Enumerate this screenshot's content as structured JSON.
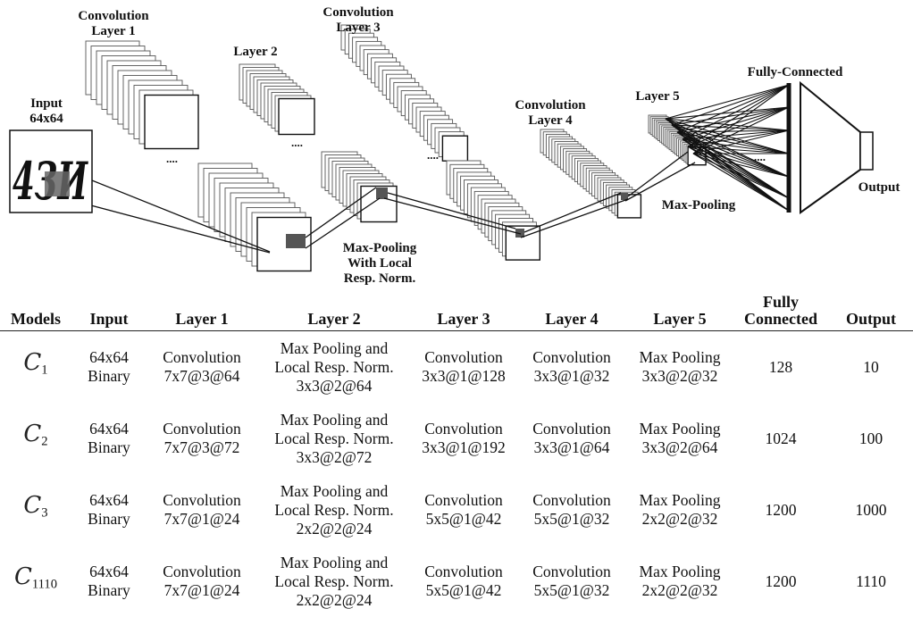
{
  "diagram": {
    "input_label": "Input\n64x64",
    "conv1_label": "Convolution\nLayer 1",
    "layer2_label": "Layer 2",
    "conv3_label": "Convolution\nLayer 3",
    "conv4_label": "Convolution\nLayer 4",
    "layer5_label": "Layer 5",
    "fc_label": "Fully-Connected",
    "output_label": "Output",
    "maxpool_lrn_label": "Max-Pooling\nWith Local\nResp. Norm.",
    "maxpool_label": "Max-Pooling",
    "ellipsis": "....",
    "input_glyph": "4ЗИ"
  },
  "table": {
    "headers": [
      "Models",
      "Input",
      "Layer 1",
      "Layer 2",
      "Layer 3",
      "Layer 4",
      "Layer 5",
      "Fully\nConnected",
      "Output"
    ],
    "rows": [
      {
        "model": "C",
        "model_sub": "1",
        "input": "64x64\nBinary",
        "layer1": "Convolution\n7x7@3@64",
        "layer2": "Max Pooling and\nLocal Resp. Norm.\n3x3@2@64",
        "layer3": "Convolution\n3x3@1@128",
        "layer4": "Convolution\n3x3@1@32",
        "layer5": "Max Pooling\n3x3@2@32",
        "fc": "128",
        "output": "10"
      },
      {
        "model": "C",
        "model_sub": "2",
        "input": "64x64\nBinary",
        "layer1": "Convolution\n7x7@3@72",
        "layer2": "Max Pooling and\nLocal Resp. Norm.\n3x3@2@72",
        "layer3": "Convolution\n3x3@1@192",
        "layer4": "Convolution\n3x3@1@64",
        "layer5": "Max Pooling\n3x3@2@64",
        "fc": "1024",
        "output": "100"
      },
      {
        "model": "C",
        "model_sub": "3",
        "input": "64x64\nBinary",
        "layer1": "Convolution\n7x7@1@24",
        "layer2": "Max Pooling and\nLocal Resp. Norm.\n2x2@2@24",
        "layer3": "Convolution\n5x5@1@42",
        "layer4": "Convolution\n5x5@1@32",
        "layer5": "Max Pooling\n2x2@2@32",
        "fc": "1200",
        "output": "1000"
      },
      {
        "model": "C",
        "model_sub": "1110",
        "input": "64x64\nBinary",
        "layer1": "Convolution\n7x7@1@24",
        "layer2": "Max Pooling and\nLocal Resp. Norm.\n2x2@2@24",
        "layer3": "Convolution\n5x5@1@42",
        "layer4": "Convolution\n5x5@1@32",
        "layer5": "Max Pooling\n2x2@2@32",
        "fc": "1200",
        "output": "1110"
      }
    ]
  }
}
